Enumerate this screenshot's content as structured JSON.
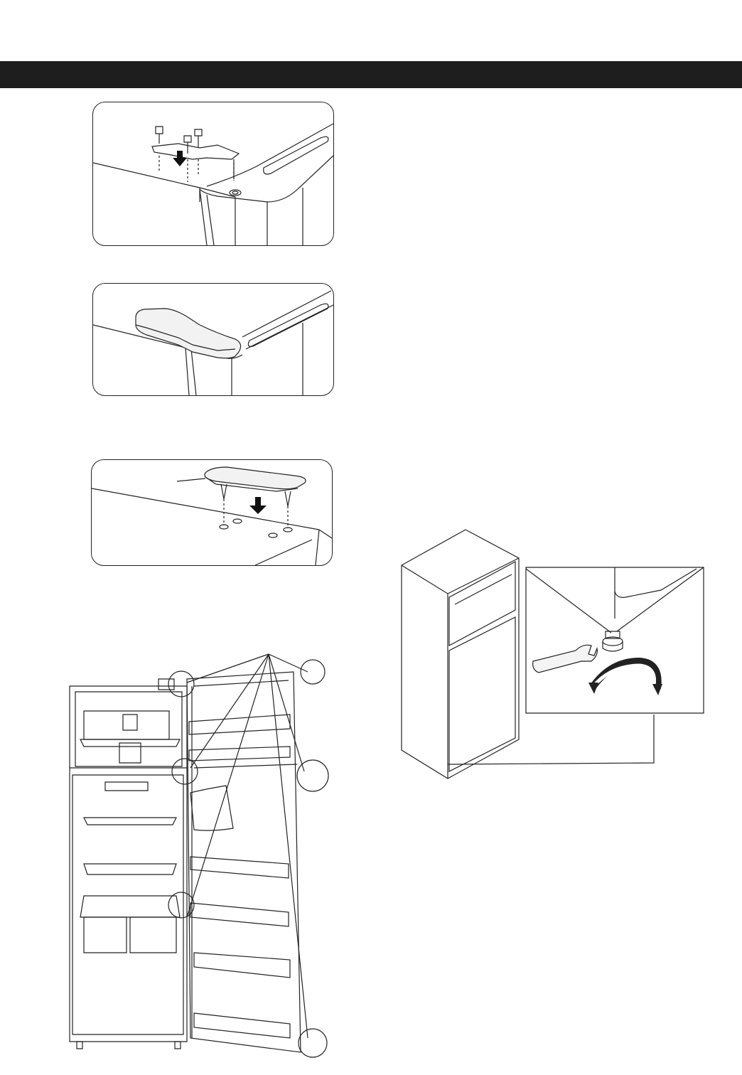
{
  "page": {
    "header": {
      "color": "#1e1e1e",
      "text": ""
    }
  },
  "illustrations": [
    {
      "name": "hinge-bracket-install",
      "icon": "hinge-bracket-icon"
    },
    {
      "name": "hinge-cover",
      "icon": "hinge-cover-icon"
    },
    {
      "name": "hinge-cover-pins",
      "icon": "hinge-cover-pins-icon"
    },
    {
      "name": "open-refrigerator-door-reversal",
      "icon": "open-refrigerator-icon"
    },
    {
      "name": "leveling-foot-adjustment",
      "icon": "leveling-foot-icon"
    }
  ]
}
